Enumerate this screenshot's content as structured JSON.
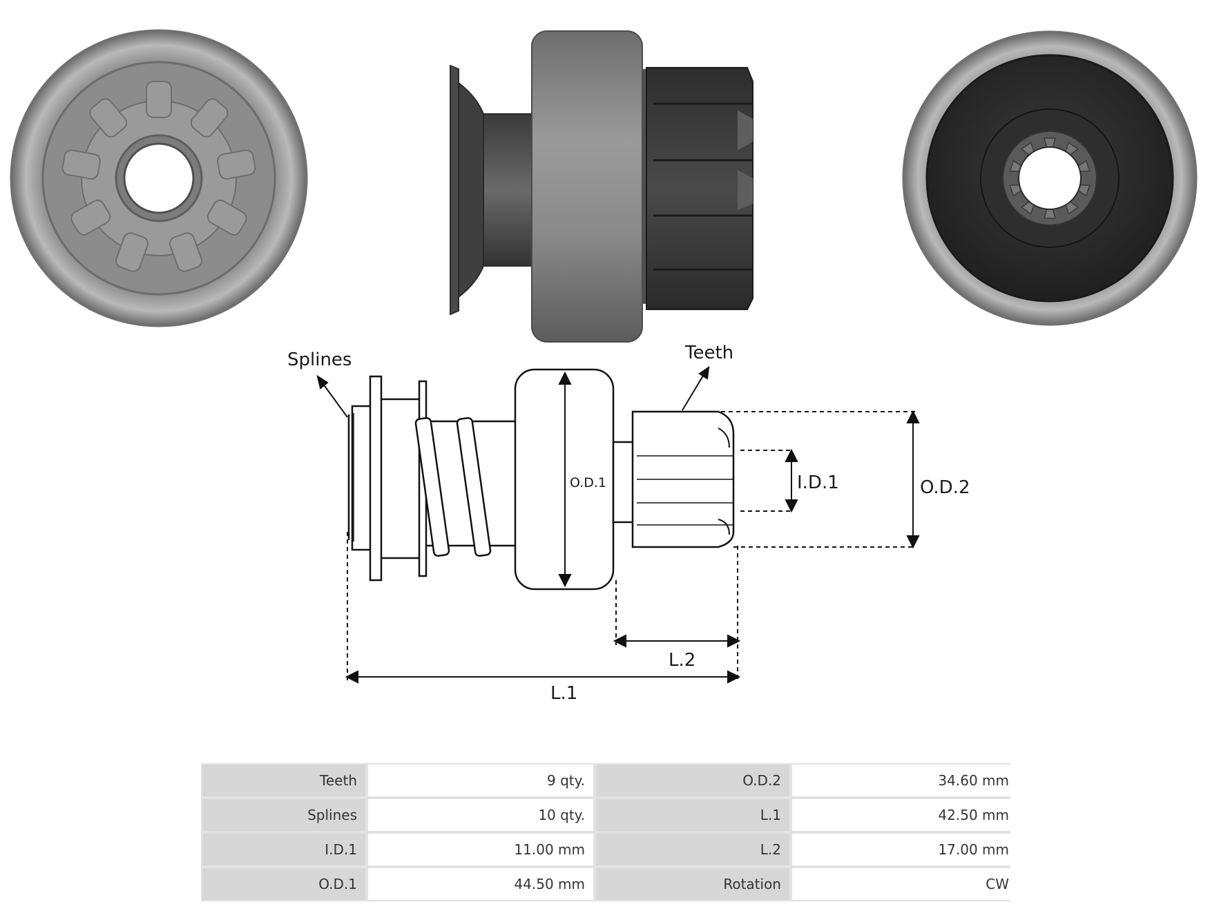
{
  "diagram": {
    "callouts": {
      "splines": "Splines",
      "teeth": "Teeth"
    },
    "dimensions": {
      "od1": "O.D.1",
      "od2": "O.D.2",
      "id1": "I.D.1",
      "l1": "L.1",
      "l2": "L.2"
    }
  },
  "specs": [
    {
      "label": "Teeth",
      "value": "9 qty."
    },
    {
      "label": "Splines",
      "value": "10 qty."
    },
    {
      "label": "I.D.1",
      "value": "11.00 mm"
    },
    {
      "label": "O.D.1",
      "value": "44.50 mm"
    },
    {
      "label": "O.D.2",
      "value": "34.60 mm"
    },
    {
      "label": "L.1",
      "value": "42.50 mm"
    },
    {
      "label": "L.2",
      "value": "17.00 mm"
    },
    {
      "label": "Rotation",
      "value": "CW"
    }
  ]
}
